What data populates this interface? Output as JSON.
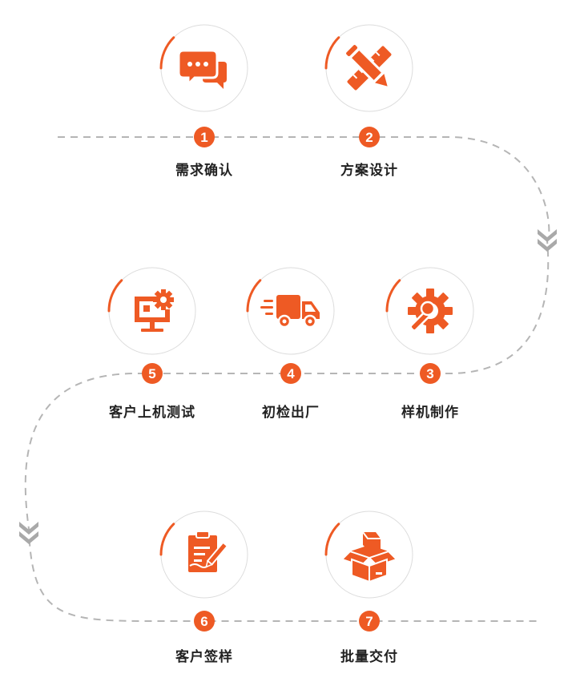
{
  "colors": {
    "accent": "#ee5a24",
    "path_dash": "#b5b5b5",
    "circle_outline": "#dcdcdc",
    "chevron": "#a9a9a9",
    "label_text": "#222222"
  },
  "steps": [
    {
      "number": "1",
      "label": "需求确认",
      "icon": "chat-bubbles-icon"
    },
    {
      "number": "2",
      "label": "方案设计",
      "icon": "pencil-ruler-icon"
    },
    {
      "number": "3",
      "label": "样机制作",
      "icon": "wrench-gear-icon"
    },
    {
      "number": "4",
      "label": "初检出厂",
      "icon": "delivery-truck-icon"
    },
    {
      "number": "5",
      "label": "客户上机测试",
      "icon": "monitor-gear-icon"
    },
    {
      "number": "6",
      "label": "客户签样",
      "icon": "clipboard-sign-icon"
    },
    {
      "number": "7",
      "label": "批量交付",
      "icon": "open-box-icon"
    }
  ]
}
